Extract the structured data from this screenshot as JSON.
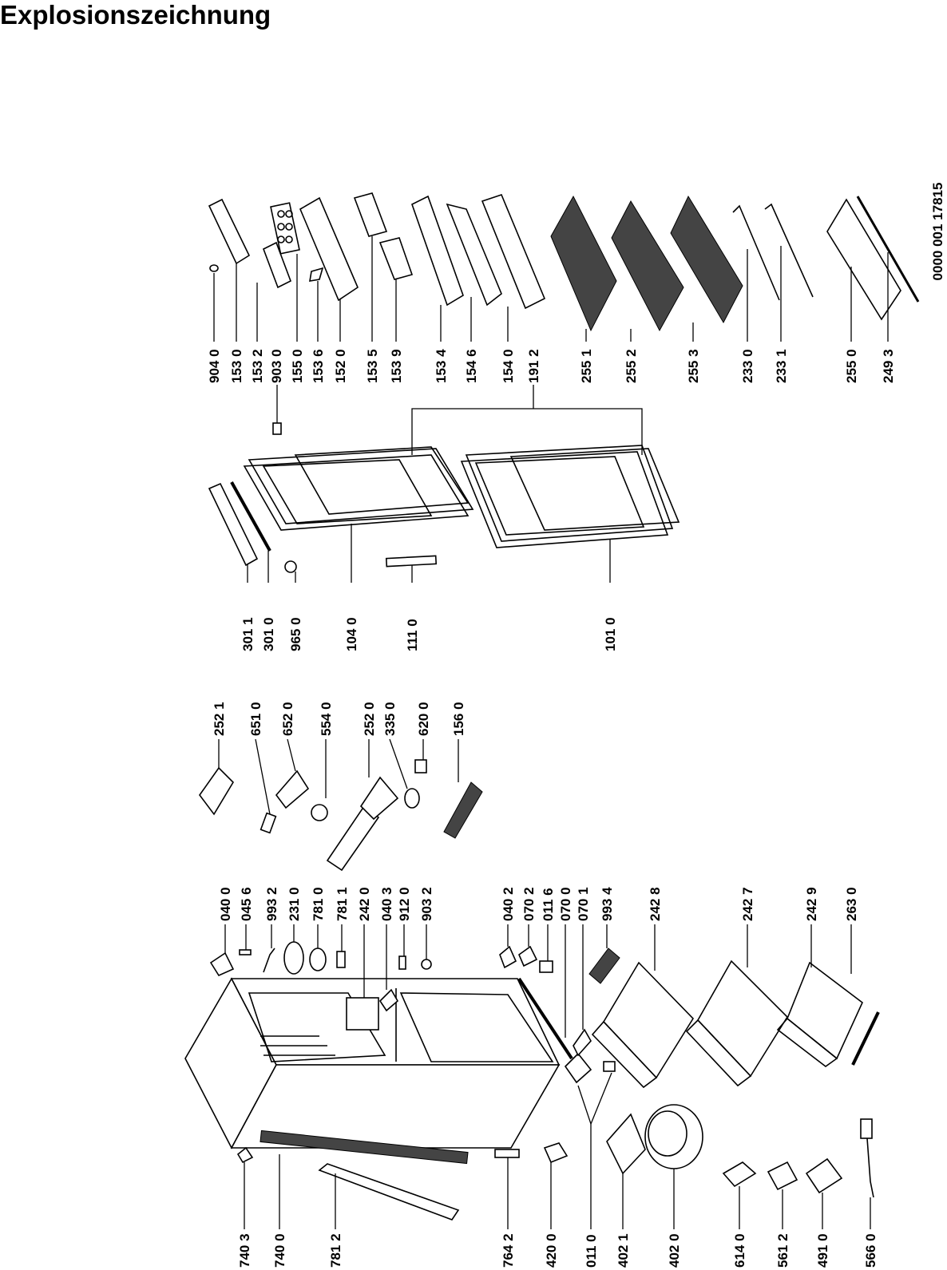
{
  "title": "Explosionszeichnung",
  "drawing_number": "0000 001 17815",
  "labels": {
    "l_904_0": "904 0",
    "l_153_0": "153 0",
    "l_153_2": "153 2",
    "l_903_0": "903 0",
    "l_155_0": "155 0",
    "l_153_6": "153 6",
    "l_152_0": "152 0",
    "l_153_5": "153 5",
    "l_153_9": "153 9",
    "l_153_4": "153 4",
    "l_154_6": "154 6",
    "l_154_0": "154 0",
    "l_191_2": "191 2",
    "l_255_1": "255 1",
    "l_255_2": "255 2",
    "l_255_3": "255 3",
    "l_233_0": "233 0",
    "l_233_1": "233 1",
    "l_255_0": "255 0",
    "l_249_3": "249 3",
    "l_301_1": "301 1",
    "l_301_0": "301 0",
    "l_965_0": "965 0",
    "l_104_0": "104 0",
    "l_111_0": "111 0",
    "l_101_0": "101 0",
    "l_252_1": "252 1",
    "l_651_0": "651 0",
    "l_652_0": "652 0",
    "l_554_0": "554 0",
    "l_252_0": "252 0",
    "l_335_0": "335 0",
    "l_620_0": "620 0",
    "l_156_0": "156 0",
    "l_040_0": "040 0",
    "l_045_6": "045 6",
    "l_993_2": "993 2",
    "l_231_0": "231 0",
    "l_781_0": "781 0",
    "l_781_1": "781 1",
    "l_242_0": "242 0",
    "l_040_3": "040 3",
    "l_912_0": "912 0",
    "l_903_2": "903 2",
    "l_040_2": "040 2",
    "l_070_2": "070 2",
    "l_011_6": "011 6",
    "l_070_0": "070 0",
    "l_070_1": "070 1",
    "l_993_4": "993 4",
    "l_242_8": "242 8",
    "l_242_7": "242 7",
    "l_242_9": "242 9",
    "l_263_0": "263 0",
    "l_740_3": "740 3",
    "l_740_0": "740 0",
    "l_781_2": "781 2",
    "l_764_2": "764 2",
    "l_420_0": "420 0",
    "l_011_0": "011 0",
    "l_402_1": "402 1",
    "l_402_0": "402 0",
    "l_614_0": "614 0",
    "l_561_2": "561 2",
    "l_491_0": "491 0",
    "l_566_0": "566 0"
  }
}
